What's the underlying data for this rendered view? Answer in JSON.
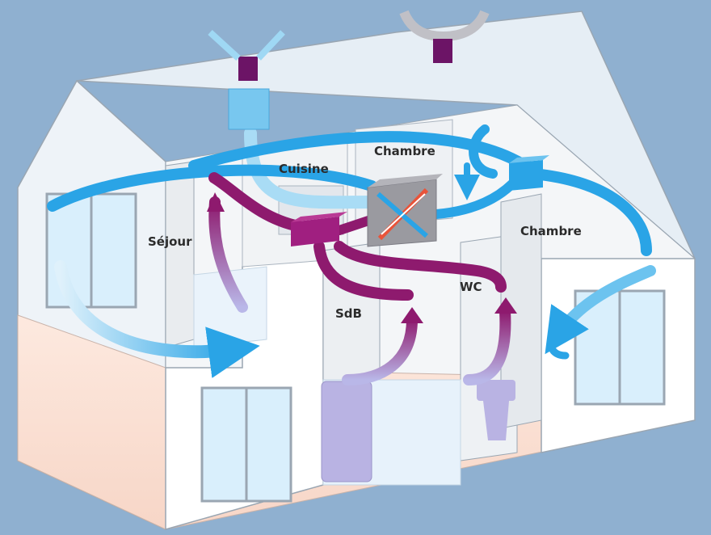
{
  "diagram": {
    "labels": {
      "cuisine": "Cuisine",
      "chambre_top": "Chambre",
      "chambre_right": "Chambre",
      "sejour": "Séjour",
      "sdb": "SdB",
      "wc": "WC"
    },
    "colors": {
      "background": "#8fb0d0",
      "fresh_air": "#2aa4e6",
      "stale_air": "#8e1a6e",
      "walls": "#ffffff",
      "exchanger": "#9a9aa0"
    },
    "icons": {
      "heat_exchanger": "heat-exchanger-icon",
      "extract_fan": "fan-unit-icon",
      "intake_hood": "intake-icon",
      "exhaust_hood": "exhaust-icon"
    }
  }
}
